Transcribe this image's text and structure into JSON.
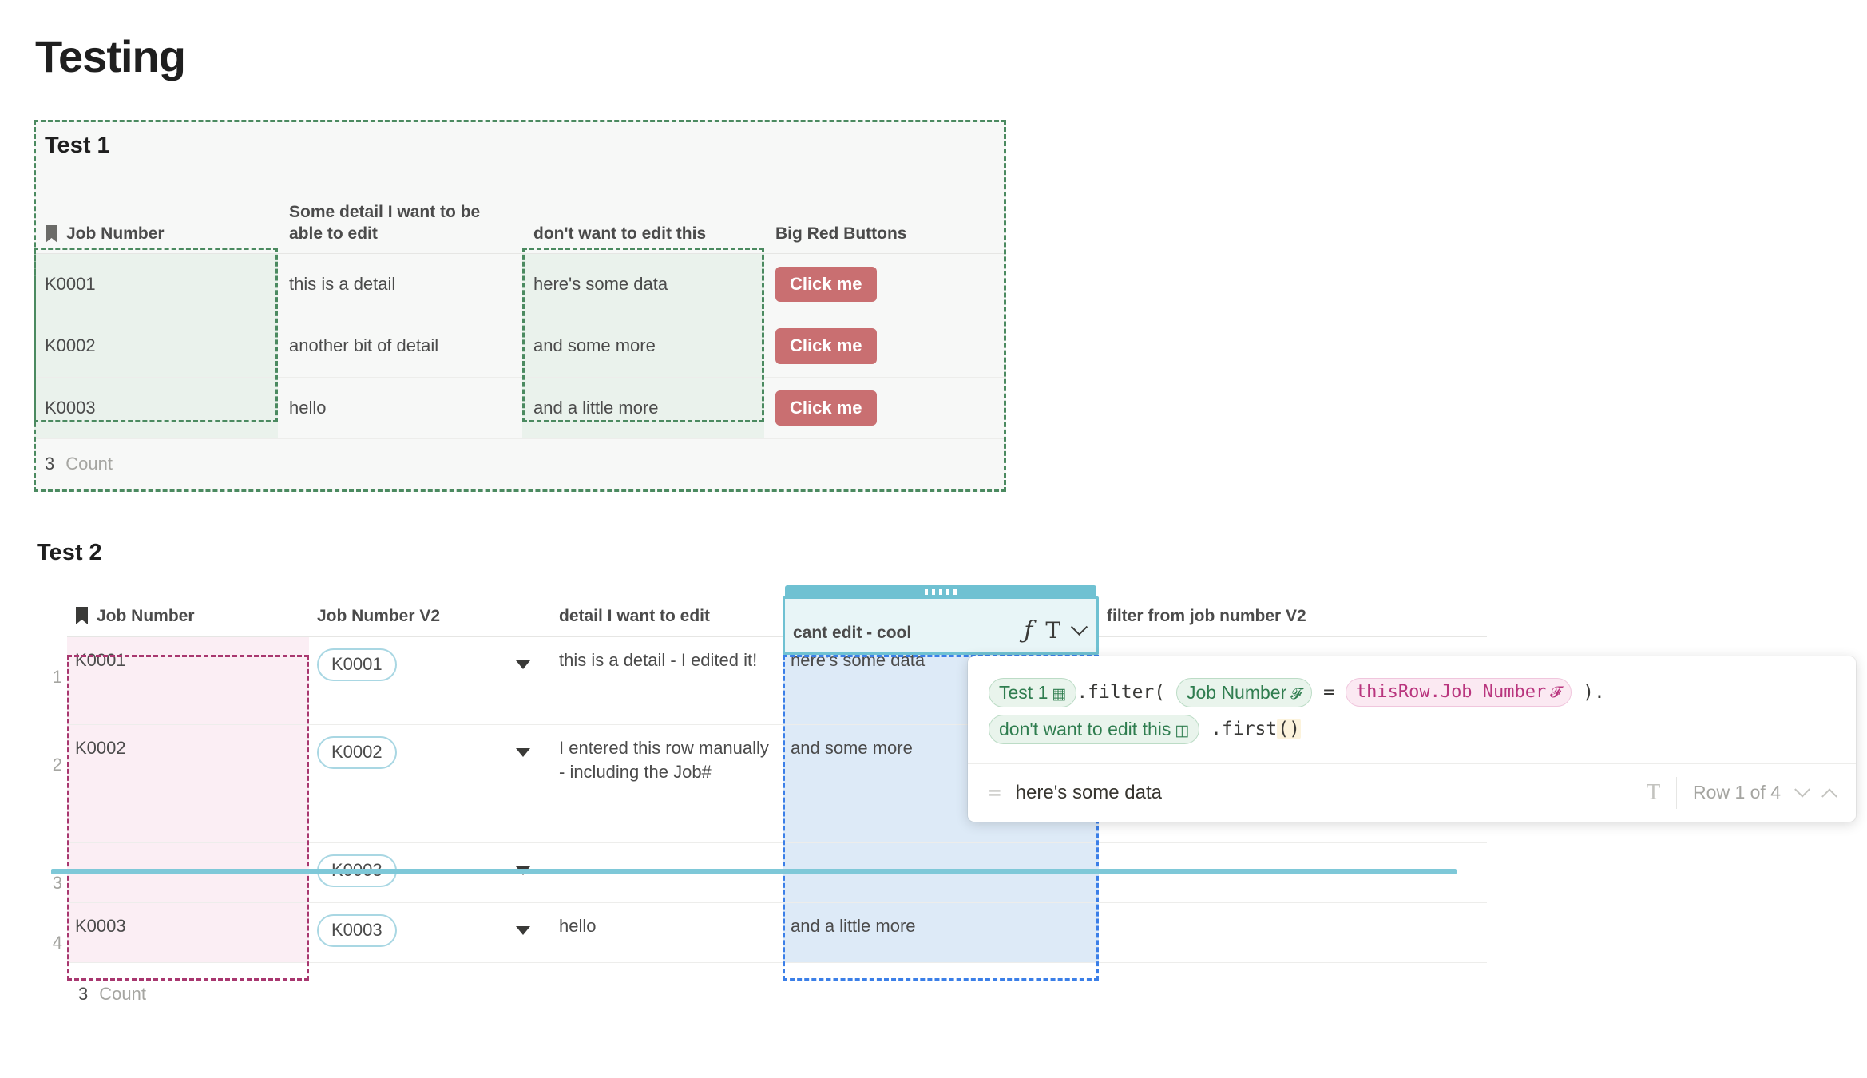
{
  "page": {
    "title": "Testing"
  },
  "test1": {
    "title": "Test 1",
    "headers": {
      "job_number": "Job Number",
      "some_detail": "Some detail I want to be able to edit",
      "dont_edit": "don't want to edit this",
      "buttons": "Big Red Buttons"
    },
    "rows": [
      {
        "job": "K0001",
        "detail": "this is a detail",
        "nodit": "here's some data",
        "button": "Click me"
      },
      {
        "job": "K0002",
        "detail": "another bit of detail",
        "nodit": "and some more",
        "button": "Click me"
      },
      {
        "job": "K0003",
        "detail": "hello",
        "nodit": "and a little more",
        "button": "Click me"
      }
    ],
    "footer": {
      "count_value": "3",
      "count_label": "Count"
    }
  },
  "test2": {
    "title": "Test 2",
    "headers": {
      "job_number": "Job Number",
      "job_number_v2": "Job Number V2",
      "detail": "detail I want to edit",
      "cant_edit": "cant edit - cool",
      "filter": "filter from job number V2"
    },
    "rows": [
      {
        "num": "1",
        "job": "K0001",
        "v2": "K0001",
        "detail": "this is a detail - I edited it!",
        "cant": "here's some data",
        "filter": ""
      },
      {
        "num": "2",
        "job": "K0002",
        "v2": "K0002",
        "detail": "I entered this row manually - including the Job#",
        "cant": "and some more",
        "filter": ""
      },
      {
        "num": "3",
        "job": "",
        "v2": "K0003",
        "detail": "",
        "cant": "",
        "filter": ""
      },
      {
        "num": "4",
        "job": "K0003",
        "v2": "K0003",
        "detail": "hello",
        "cant": "and a little more",
        "filter": ""
      }
    ],
    "footer": {
      "count_value": "3",
      "count_label": "Count"
    }
  },
  "formula_popup": {
    "tokens": {
      "table_ref": "Test 1",
      "filter_fn": ".filter(",
      "col_ref": "Job Number",
      "equals": "=",
      "this_row": "thisRow.Job Number",
      "close_paren": ").",
      "col_ref2": "don't want to edit this",
      "first_fn": ".first",
      "first_parens": "()"
    },
    "result": {
      "equals_sign": "=",
      "value": "here's some data",
      "type_glyph": "T",
      "row_info": "Row 1 of 4"
    }
  },
  "icons": {
    "bookmark": "bookmark-icon",
    "formula": "fx-icon",
    "text_type": "text-type-icon",
    "chevron_down": "chevron-down-icon",
    "chevron_up": "chevron-up-icon",
    "table": "table-icon",
    "column": "column-icon"
  },
  "colors": {
    "green_dash": "#4b8a60",
    "green_fill": "#eaf2ec",
    "pink_dash": "#a8376f",
    "pink_fill": "#fbeef4",
    "blue_dash": "#3b7fe8",
    "blue_fill": "#ddeaf7",
    "teal": "#6fc1d2",
    "red_button": "#c96f71"
  }
}
